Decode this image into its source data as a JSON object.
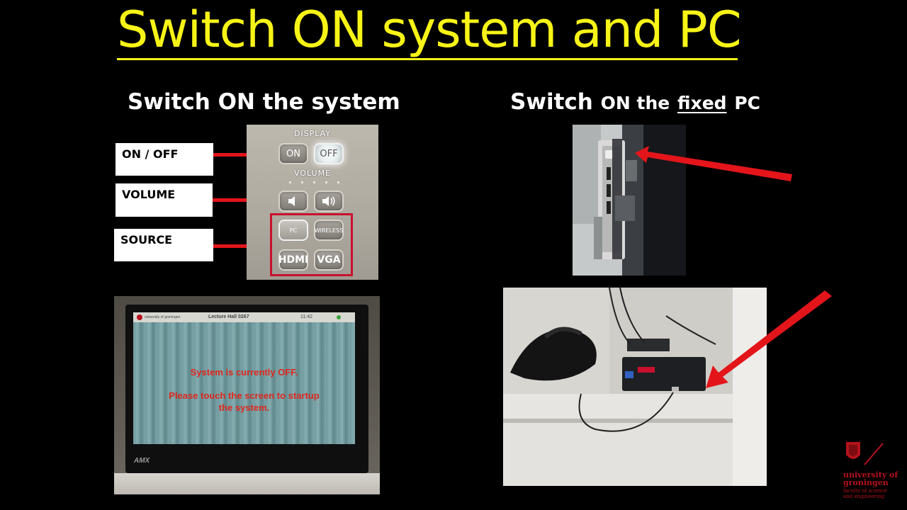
{
  "title": "Switch ON system and PC",
  "left_heading": "Switch ON  the system",
  "right_heading": {
    "part1": "Switch",
    "part2": "ON the",
    "part3": "fixed",
    "part4": "PC"
  },
  "callouts": [
    {
      "label": "ON / OFF"
    },
    {
      "label": "VOLUME"
    },
    {
      "label": "SOURCE"
    }
  ],
  "control_panel": {
    "display_caption": "DISPLAY",
    "volume_caption": "VOLUME",
    "on_label": "ON",
    "off_label": "OFF",
    "pc_label": "PC",
    "wireless_label": "WIRELESS",
    "hdmi_label": "HDMI",
    "vga_label": "VGA"
  },
  "touch_panel": {
    "header_logo": "university of groningen",
    "header_room": "Lecture Hall 0267",
    "header_time": "11:42",
    "message_line1": "System is currently OFF.",
    "message_line2": "Please touch the screen to startup",
    "message_line3": "the system.",
    "brand": "AMX"
  },
  "logo": {
    "line1": "university of",
    "line2": "groningen",
    "line3": "faculty of science",
    "line4": "and engineering"
  },
  "colors": {
    "title": "#f7f417",
    "arrow": "#e3151a",
    "logo": "#b5121b",
    "background": "#000000"
  }
}
